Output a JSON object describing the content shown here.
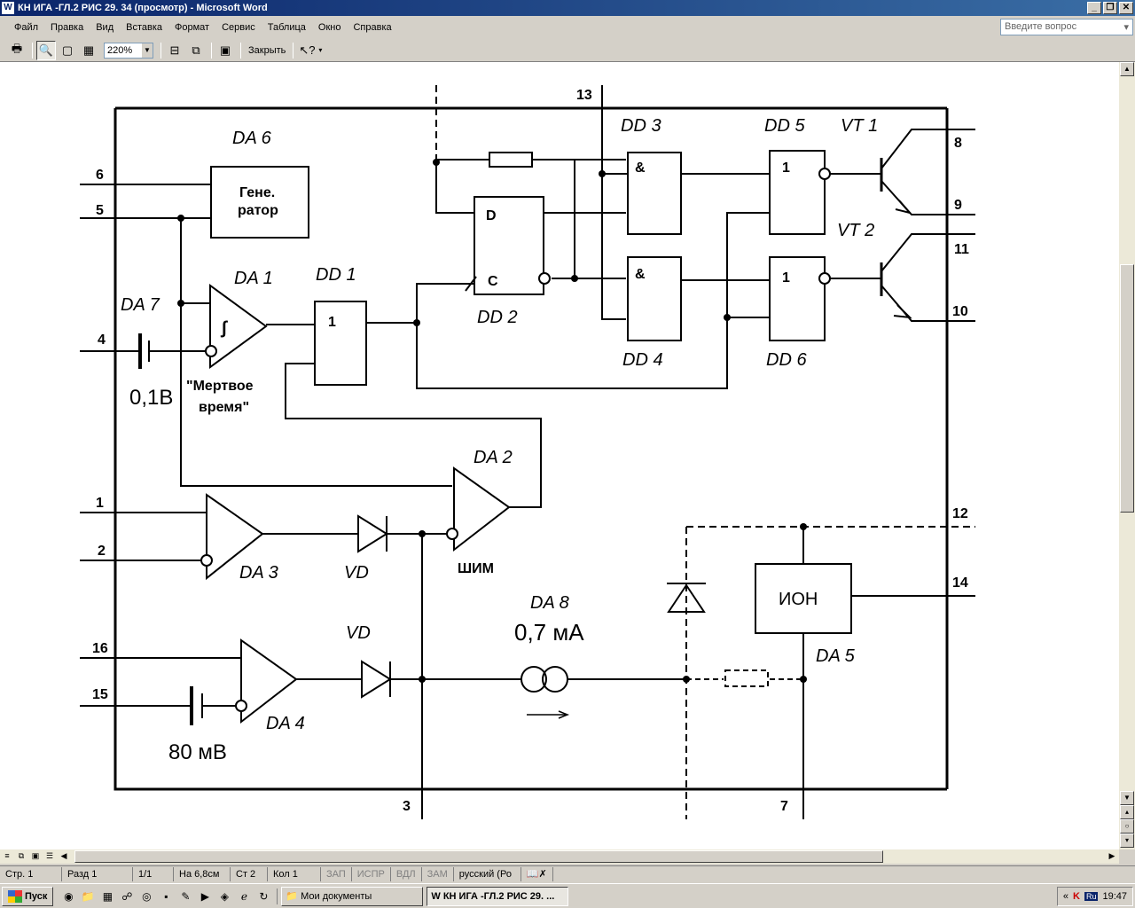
{
  "window": {
    "title": "КН ИГА -ГЛ.2  РИС 29.  34 (просмотр) - Microsoft Word",
    "app_icon": "W"
  },
  "menu": [
    "Файл",
    "Правка",
    "Вид",
    "Вставка",
    "Формат",
    "Сервис",
    "Таблица",
    "Окно",
    "Справка"
  ],
  "ask_placeholder": "Введите вопрос",
  "toolbar": {
    "zoom": "220%",
    "close_label": "Закрыть"
  },
  "diagram": {
    "pins": [
      "13",
      "6",
      "5",
      "4",
      "1",
      "2",
      "16",
      "15",
      "3",
      "7",
      "8",
      "9",
      "11",
      "10",
      "12",
      "14"
    ],
    "labels": {
      "da6": "DA 6",
      "gen1": "Гене.",
      "gen2": "ратор",
      "da1": "DA 1",
      "dd1": "DD 1",
      "da7": "DA 7",
      "dd3": "DD 3",
      "dd5": "DD 5",
      "vt1": "VT 1",
      "vt2": "VT 2",
      "dd2": "DD 2",
      "dd4": "DD 4",
      "dd6": "DD 6",
      "d": "D",
      "c": "C",
      "and": "&",
      "one": "1",
      "integ": "∫",
      "dead1": "\"Мертвое",
      "dead2": "время\"",
      "v01": "0,1В",
      "da2": "DA 2",
      "da3": "DA 3",
      "vd": "VD",
      "pwm": "ШИМ",
      "da8": "DA 8",
      "i07": "0,7 мА",
      "ion": "ИОН",
      "da5": "DA 5",
      "da4": "DA 4",
      "mv80": "80 мВ"
    }
  },
  "status": {
    "page": "Стр. 1",
    "section": "Разд 1",
    "pages": "1/1",
    "at": "На 6,8см",
    "line": "Ст 2",
    "col": "Кол 1",
    "rec": "ЗАП",
    "trk": "ИСПР",
    "ext": "ВДЛ",
    "ovr": "ЗАМ",
    "lang": "русский (Ро"
  },
  "taskbar": {
    "start": "Пуск",
    "task1": "Мои документы",
    "task2": "КН ИГА -ГЛ.2  РИС 29. ...",
    "lang": "Ru",
    "time": "19:47"
  }
}
